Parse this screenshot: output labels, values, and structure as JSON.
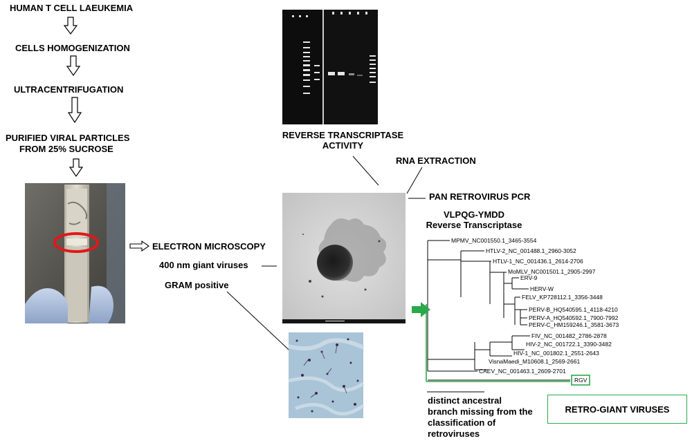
{
  "workflow": {
    "steps": [
      "HUMAN T CELL LAEUKEMIA",
      "CELLS HOMOGENIZATION",
      "ULTRACENTRIFUGATION",
      "PURIFIED VIRAL PARTICLES",
      "FROM   25% SUCROSE"
    ]
  },
  "labels": {
    "reverse_transcriptase_line1": "REVERSE TRANSCRIPTASE",
    "reverse_transcriptase_line2": "ACTIVITY",
    "rna_extraction": "RNA EXTRACTION",
    "pan_retrovirus_pcr": "PAN RETROVIRUS PCR",
    "vlpqg_line1": "VLPQG-YMDD",
    "vlpqg_line2": "Reverse Transcriptase",
    "electron_microscopy": "ELECTRON MICROSCOPY",
    "giant_viruses": "400 nm giant viruses",
    "gram_positive": "GRAM positive",
    "distinct_line1": "distinct ancestral",
    "distinct_line2": "branch missing from the",
    "distinct_line3": "classification of",
    "distinct_line4": "retroviruses",
    "retro_giant_viruses": "RETRO-GIANT VIRUSES"
  },
  "tree": {
    "leaves": [
      "MPMV_NC001550.1_3465-3554",
      "HTLV-2_NC_001488.1_2960-3052",
      "HTLV-1_NC_001436.1_2614-2706",
      "MoMLV_NC001501.1_2905-2997",
      "ERV-9",
      "HERV-W",
      "FELV_KP728112.1_3356-3448",
      "PERV-B_HQ540595.1_4118-4210",
      "PERV-A_HQ540592.1_7900-7992",
      "PERV-C_HM159246.1_3581-3673",
      "FIV_NC_001482_2786-2878",
      "HIV-2_NC_001722.1_3390-3482",
      "HIV-1_NC_001802.1_2551-2643",
      "VisnaMaedi_M10608.1_2569-2661",
      "CAEV_NC_001463.1_2609-2701",
      "RGV"
    ]
  },
  "colors": {
    "highlight_green": "#2aa84a",
    "circle_red": "#e01818"
  }
}
